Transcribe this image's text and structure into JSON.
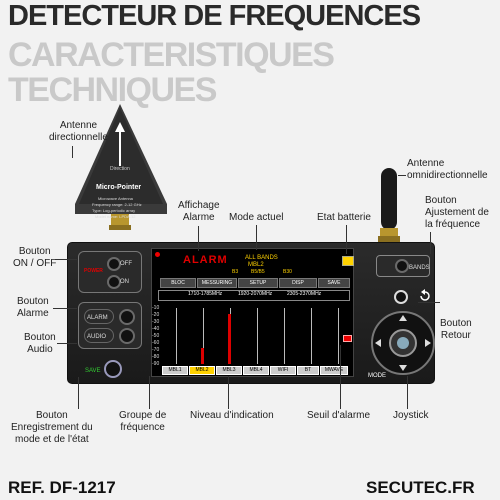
{
  "title": {
    "line1": "DETECTEUR DE FREQUENCES",
    "line2": "CARACTERISTIQUES",
    "line3": "TECHNIQUES"
  },
  "labels": {
    "antenne_dir": "Antenne\ndirectionnelle",
    "antenne_omni": "Antenne\nomnidirectionnelle",
    "affichage_alarme": "Affichage\nAlarme",
    "mode_actuel": "Mode actuel",
    "etat_batterie": "Etat batterie",
    "bouton_ajustement": "Bouton\nAjustement de\nla fréquence",
    "bouton_onoff": "Bouton\nON / OFF",
    "bouton_alarme": "Bouton\nAlarme",
    "bouton_audio": "Bouton\nAudio",
    "bouton_retour": "Bouton\nRetour",
    "bouton_enregistrement": "Bouton\nEnregistrement du\nmode et de l'état",
    "groupe_frequence": "Groupe de\nfréquence",
    "niveau_indication": "Niveau  d'indication",
    "seuil_alarme": "Seuil d'alarme",
    "joystick": "Joystick"
  },
  "antenna_card": {
    "direction": "Direction",
    "name": "Micro-Pointer",
    "desc1": "Microwave Antenna",
    "desc2": "Frequency range: 2-12 GHz",
    "desc3": "Type: Log-periodic array",
    "desc4": "Model name: LPDA-12"
  },
  "device": {
    "power": "POWER",
    "off": "OFF",
    "on": "ON",
    "alarm": "ALARM",
    "audio": "AUDIO",
    "save": "SAVE",
    "bands": "BANDS",
    "mode": "MODE"
  },
  "screen": {
    "alarm_text": "ALARM",
    "mode_all": "ALL BANDS",
    "mode_sub": "MBL2",
    "bar_b3": "B3",
    "bar_b5": "B5/B5",
    "bar_b30": "B30",
    "tabs": [
      "BLOC",
      "MESSURING",
      "SETUP",
      "DISP",
      "SAVE"
    ],
    "bands": [
      "1710-1785MHz",
      "1920-2070MHz",
      "2305-2370MHz"
    ],
    "yticks": [
      "-10",
      "-20",
      "-30",
      "-40",
      "-50",
      "-60",
      "-70",
      "-80",
      "-90"
    ],
    "groups": [
      "MBL1",
      "MBL2",
      "MBL3",
      "MBL4",
      "WIFI",
      "BT",
      "MWAVE"
    ]
  },
  "footer": {
    "ref": "REF. DF-1217",
    "site": "SECUTEC.FR"
  },
  "colors": {
    "alarm_red": "#e00000",
    "mode_yellow": "#ffd200",
    "group_highlight": "#ffd200"
  }
}
